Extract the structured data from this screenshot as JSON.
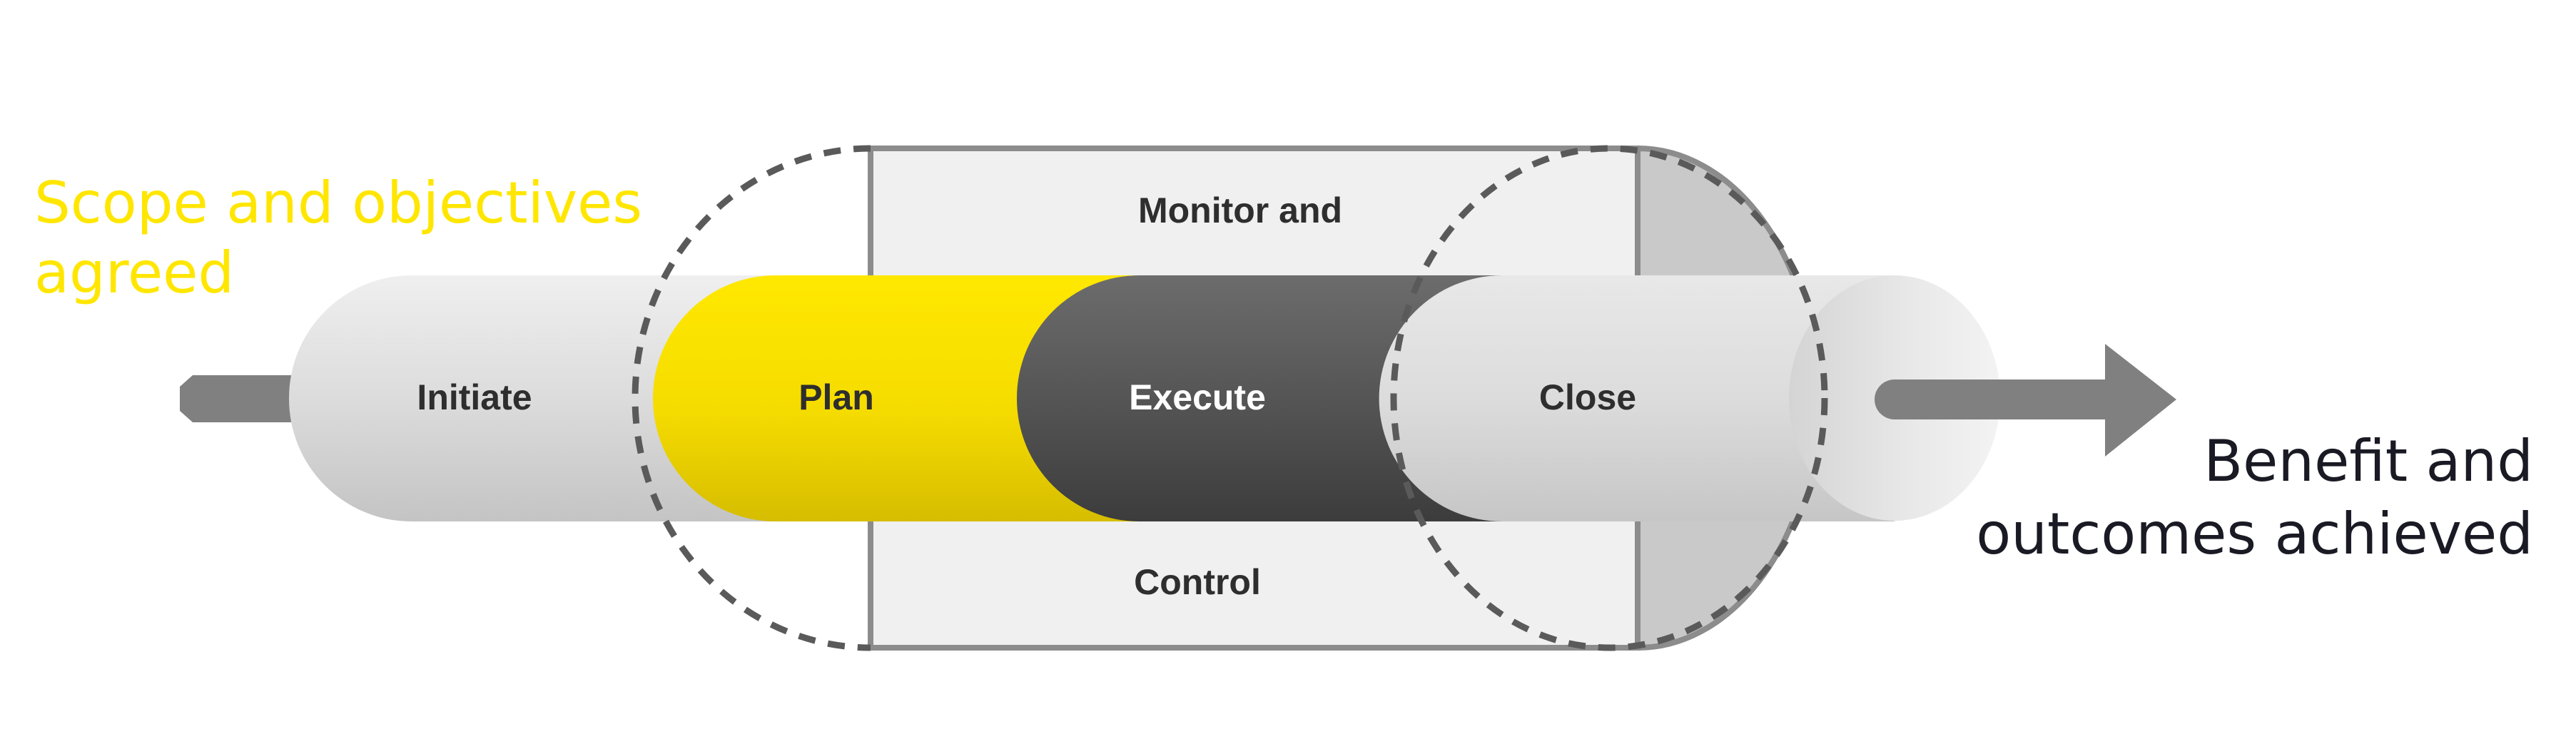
{
  "diagram": {
    "stages": {
      "initiate": "Initiate",
      "plan": "Plan",
      "execute": "Execute",
      "close": "Close"
    },
    "monitor_top": "Monitor and",
    "monitor_bottom": "Control",
    "input_label": [
      "Scope and objectives",
      "agreed"
    ],
    "output_label": [
      "Benefit and",
      "outcomes achieved"
    ],
    "colors": {
      "accent_yellow": "#ffe600",
      "execute_dark": "#5a5a5a",
      "output_text": "#1a1a24"
    }
  }
}
